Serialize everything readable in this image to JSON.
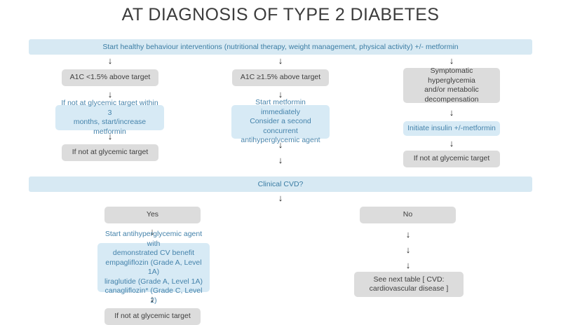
{
  "title": "AT DIAGNOSIS OF TYPE 2 DIABETES",
  "glyphs": {
    "down_arrow": "↓"
  },
  "colors": {
    "background": "#ffffff",
    "banner_bg": "#d7e9f3",
    "banner_text": "#3b7da4",
    "gray_box_bg": "#dcdcdc",
    "gray_box_text": "#3f3f3f",
    "blue_box_bg": "#d7eaf5",
    "blue_box_text": "#4583ab",
    "arrow": "#1b1b1b",
    "title_text": "#3c3c3c"
  },
  "banner": {
    "healthy_behaviour": "Start healthy behaviour interventions (nutritional therapy, weight management, physical activity) +/- metformin",
    "clinical_cvd": "Clinical CVD?"
  },
  "col1": {
    "a1c": "A1C <1.5% above target",
    "action": "If not at glycemic target within 3\nmonths, start/increase metformin",
    "followup": "If not at glycemic target"
  },
  "col2": {
    "a1c": "A1C ≥1.5% above target",
    "action": "Start metformin immediately\nConsider a second concurrent\nantihyperglycemic agent"
  },
  "col3": {
    "condition": "Symptomatic hyperglycemia\nand/or metabolic\ndecompensation",
    "action": "Initiate insulin +/-metformin",
    "followup": "If not at glycemic target"
  },
  "cvd": {
    "yes_label": "Yes",
    "no_label": "No",
    "yes_action": "Start antihyperglycemic agent with\ndemonstrated CV benefit\nempagliflozin (Grade A, Level 1A)\nliraglutide (Grade A, Level 1A)\ncanagliflozin* (Grade C, Level 2)",
    "yes_followup": "If not at glycemic target",
    "no_action": "See next table [ CVD:\ncardiovascular disease ]"
  }
}
